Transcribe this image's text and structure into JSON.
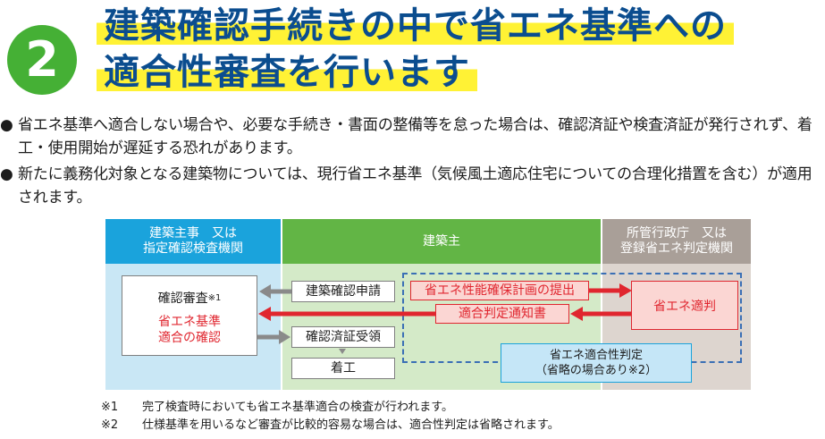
{
  "header": {
    "number": "2",
    "title_line1": "建築確認手続きの中で省エネ基準への",
    "title_line2": "適合性審査を行います"
  },
  "bullets": [
    {
      "marker": "●",
      "text": "省エネ基準へ適合しない場合や、必要な手続き・書面の整備等を怠った場合は、確認済証や検査済証が発行されず、着工・使用開始が遅延する恐れがあります。"
    },
    {
      "marker": "●",
      "text": "新たに義務化対象となる建築物については、現行省エネ基準（気候風土適応住宅についての合理化措置を含む）が適用されます。"
    }
  ],
  "diagram": {
    "columns": {
      "left": "建築主事　又は\n指定確認検査機関",
      "middle": "建築主",
      "right": "所管行政庁　又は\n登録省エネ判定機関"
    },
    "review_box": {
      "title": "確認審査",
      "title_note": "※1",
      "red_text": "省エネ基準\n適合の確認"
    },
    "flow_boxes": {
      "application": "建築確認申請",
      "certificate": "確認済証受領",
      "construction_start": "着工"
    },
    "red_labels": {
      "submission": "省エネ性能確保計画の提出",
      "notice": "適合判定通知書"
    },
    "result_box": "省エネ適判",
    "blue_box": "省エネ適合性判定\n（省略の場合あり※2）",
    "colors": {
      "header_left": "#1aa3dc",
      "header_middle": "#62b545",
      "header_right": "#a99f98",
      "red": "#e0262f",
      "gray_arrow": "#8a8a8a",
      "dashed_border": "#3a6fb5"
    }
  },
  "footnotes": [
    {
      "mark": "※1",
      "text": "完了検査時においても省エネ基準適合の検査が行われます。"
    },
    {
      "mark": "※2",
      "text": "仕様基準を用いるなど審査が比較的容易な場合は、適合性判定は省略されます。"
    }
  ]
}
